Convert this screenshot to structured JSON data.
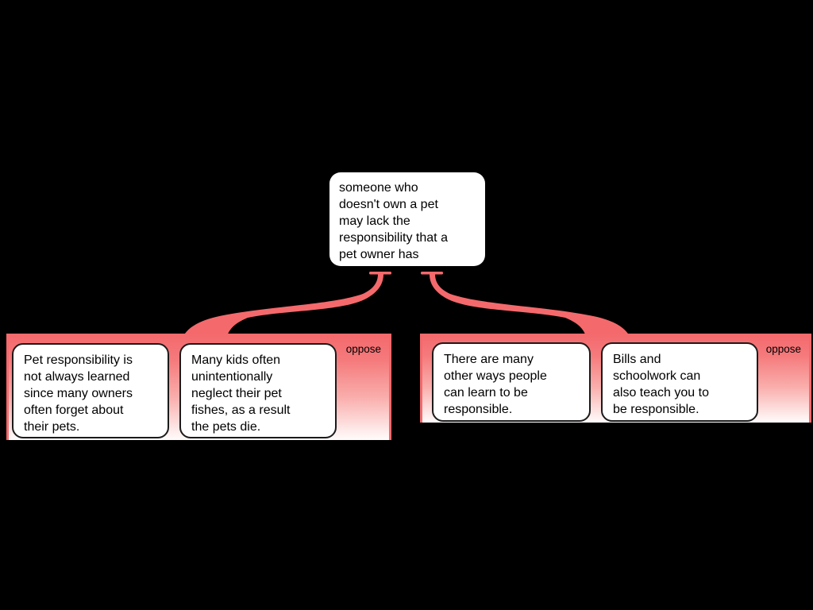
{
  "root_node": {
    "text": "someone who\ndoesn't own a pet\nmay lack the\nresponsibility that a\npet owner has"
  },
  "groups": [
    {
      "relation_label": "oppose",
      "nodes": [
        {
          "text": "Pet responsibility is\nnot always learned\nsince many owners\noften forget about\ntheir pets."
        },
        {
          "text": "Many kids often\nunintentionally\nneglect their pet\nfishes, as a result\nthe pets die."
        }
      ]
    },
    {
      "relation_label": "oppose",
      "nodes": [
        {
          "text": "There are many\nother ways people\ncan learn to be\nresponsible."
        },
        {
          "text": "Bills and\nschoolwork can\nalso teach you to\nbe responsible."
        }
      ]
    }
  ],
  "colors": {
    "background": "#000000",
    "connector": "#f4696c",
    "group_gradient_top": "#f4696c",
    "group_gradient_bottom": "#fffcfc",
    "node_background": "#ffffff",
    "node_border": "#1b1b1b",
    "text": "#000000"
  }
}
